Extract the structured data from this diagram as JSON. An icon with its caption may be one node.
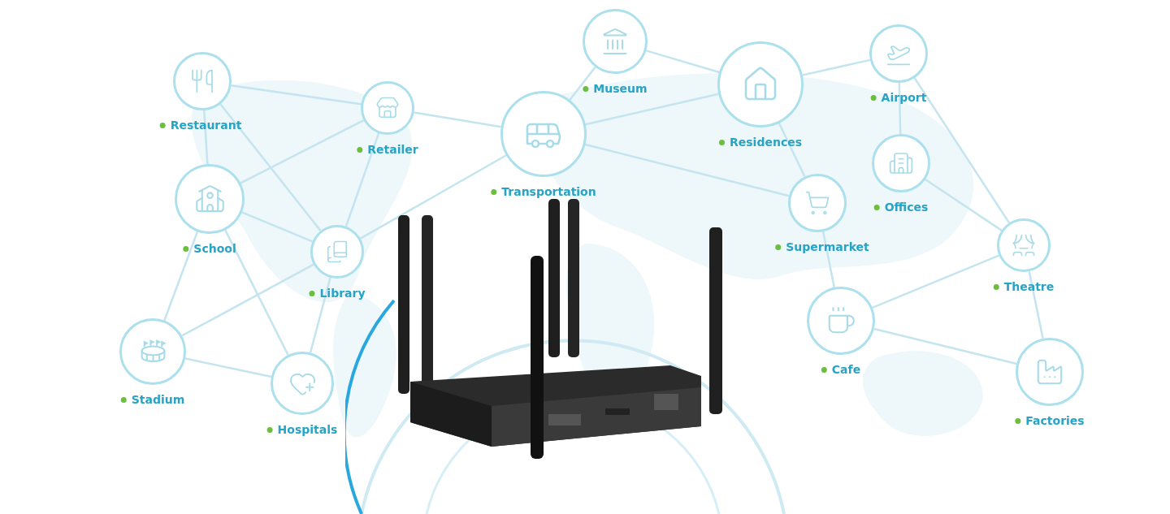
{
  "diagram": {
    "nodes": [
      {
        "text": [
          "Restaurant"
        ]
      },
      {
        "text": [
          "Retailer"
        ]
      },
      {
        "text": [
          "Museum"
        ]
      },
      {
        "text": [
          "Transportation"
        ]
      },
      {
        "text": [
          "Residences"
        ]
      },
      {
        "text": [
          "Airport"
        ]
      },
      {
        "text": [
          "School"
        ]
      },
      {
        "text": [
          "Library"
        ]
      },
      {
        "text": [
          "Offices"
        ]
      },
      {
        "text": [
          "Supermarket"
        ]
      },
      {
        "text": [
          "Theatre"
        ]
      },
      {
        "text": [
          "Stadium"
        ]
      },
      {
        "text": [
          "Hospitals"
        ]
      },
      {
        "text": [
          "Cafe"
        ]
      },
      {
        "text": [
          "Factories"
        ]
      }
    ],
    "edges": [
      {
        "from": 0,
        "to": 1,
        "arrow": "none"
      },
      {
        "from": 0,
        "to": 6,
        "arrow": "none"
      },
      {
        "from": 0,
        "to": 7,
        "arrow": "none"
      },
      {
        "from": 1,
        "to": 6,
        "arrow": "none"
      },
      {
        "from": 1,
        "to": 7,
        "arrow": "none"
      },
      {
        "from": 1,
        "to": 3,
        "arrow": "none"
      },
      {
        "from": 6,
        "to": 7,
        "arrow": "none"
      },
      {
        "from": 6,
        "to": 11,
        "arrow": "none"
      },
      {
        "from": 6,
        "to": 12,
        "arrow": "none"
      },
      {
        "from": 7,
        "to": 11,
        "arrow": "none"
      },
      {
        "from": 7,
        "to": 12,
        "arrow": "none"
      },
      {
        "from": 7,
        "to": 3,
        "arrow": "none"
      },
      {
        "from": 11,
        "to": 12,
        "arrow": "none"
      },
      {
        "from": 3,
        "to": 2,
        "arrow": "none"
      },
      {
        "from": 2,
        "to": 4,
        "arrow": "none"
      },
      {
        "from": 3,
        "to": 4,
        "arrow": "none"
      },
      {
        "from": 3,
        "to": 9,
        "arrow": "none"
      },
      {
        "from": 4,
        "to": 5,
        "arrow": "none"
      },
      {
        "from": 4,
        "to": 9,
        "arrow": "none"
      },
      {
        "from": 5,
        "to": 8,
        "arrow": "none"
      },
      {
        "from": 5,
        "to": 10,
        "arrow": "none"
      },
      {
        "from": 8,
        "to": 10,
        "arrow": "none"
      },
      {
        "from": 9,
        "to": 13,
        "arrow": "none"
      },
      {
        "from": 13,
        "to": 10,
        "arrow": "none"
      },
      {
        "from": 13,
        "to": 14,
        "arrow": "none"
      },
      {
        "from": 10,
        "to": 14,
        "arrow": "none"
      }
    ]
  }
}
